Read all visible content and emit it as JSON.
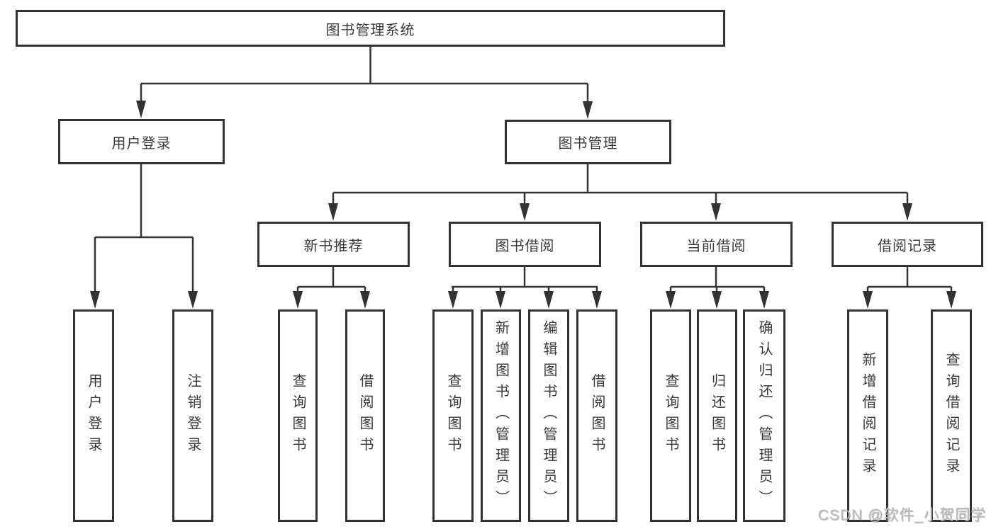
{
  "colors": {
    "line": "#333333",
    "text": "#3a3a3a",
    "background": "#ffffff",
    "watermark": "#bdbdbd"
  },
  "watermark": {
    "text": "CSDN @软件_小贺同学"
  },
  "tree": {
    "root": {
      "label": "图书管理系统"
    },
    "children": [
      {
        "label": "用户登录",
        "children": [
          {
            "label": "用户登录"
          },
          {
            "label": "注销登录"
          }
        ]
      },
      {
        "label": "图书管理",
        "children": [
          {
            "label": "新书推荐",
            "children": [
              {
                "label": "查询图书"
              },
              {
                "label": "借阅图书"
              }
            ]
          },
          {
            "label": "图书借阅",
            "children": [
              {
                "label": "查询图书"
              },
              {
                "label": "新增图书（管理员）"
              },
              {
                "label": "编辑图书（管理员）"
              },
              {
                "label": "借阅图书"
              }
            ]
          },
          {
            "label": "当前借阅",
            "children": [
              {
                "label": "查询图书"
              },
              {
                "label": "归还图书"
              },
              {
                "label": "确认归还（管理员）"
              }
            ]
          },
          {
            "label": "借阅记录",
            "children": [
              {
                "label": "新增借阅记录"
              },
              {
                "label": "查询借阅记录"
              }
            ]
          }
        ]
      }
    ]
  }
}
